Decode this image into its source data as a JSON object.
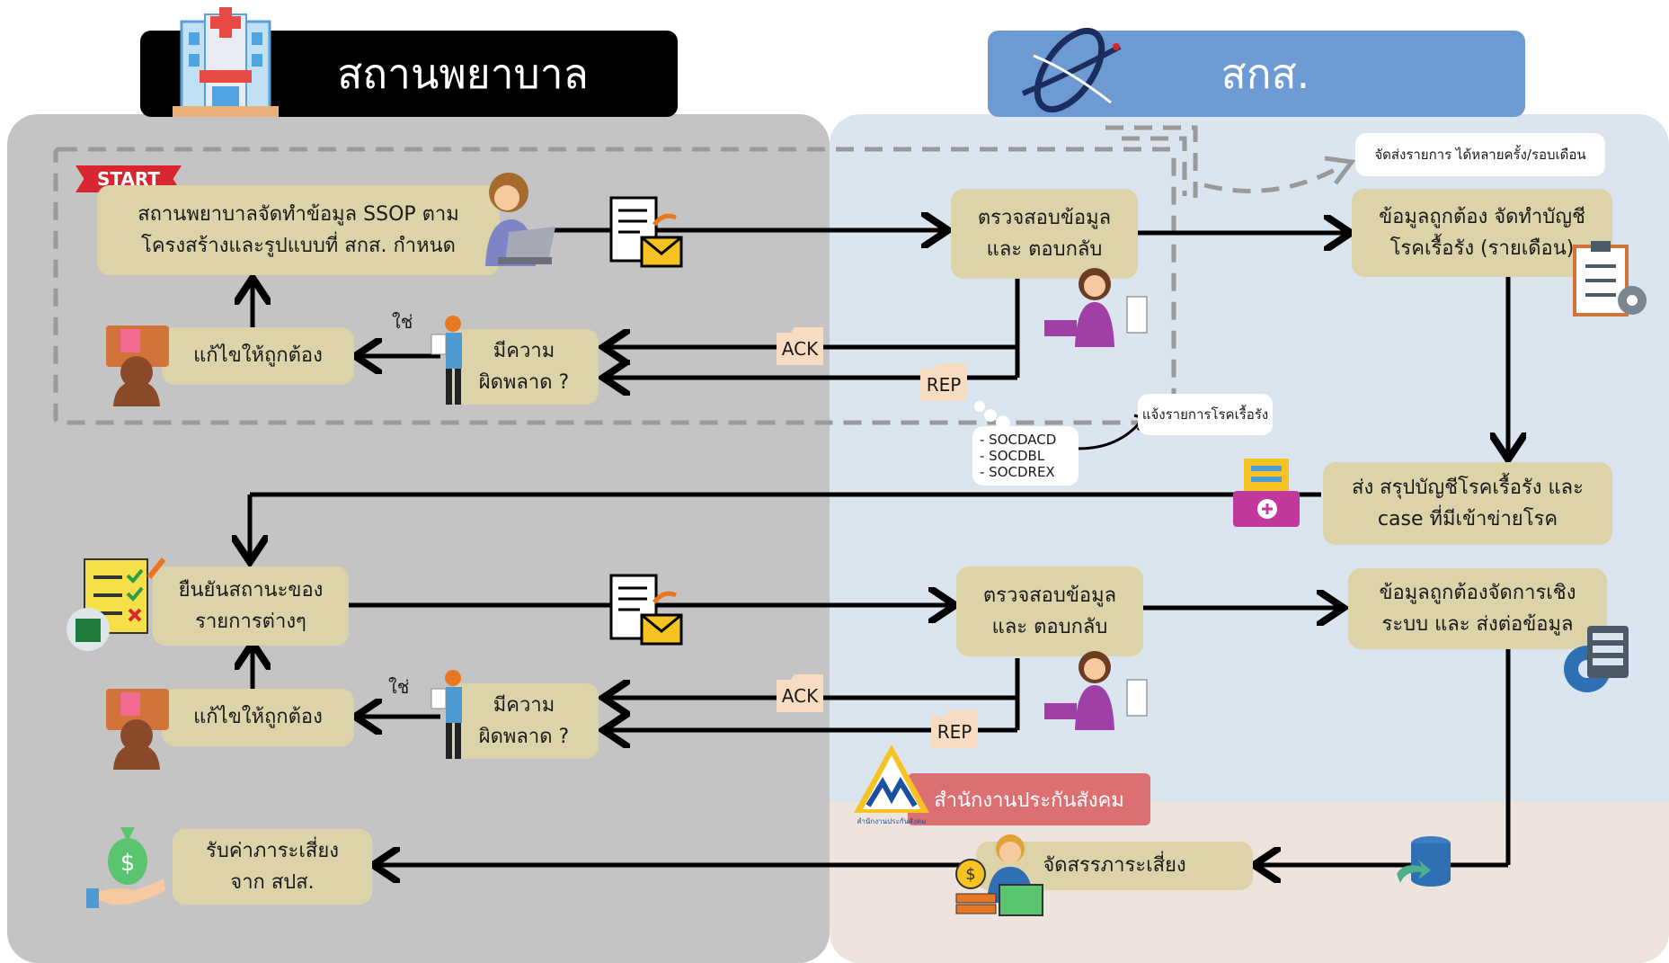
{
  "headers": {
    "hospital": "สถานพยาบาล",
    "nhso": "สกส.",
    "sso": "สำนักงานประกันสังคม",
    "sso_logo_caption": "สำนักงานประกันสังคม"
  },
  "start_badge": "START",
  "boxes": {
    "prepare": "สถานพยาบาลจัดทำข้อมูล SSOP ตาม\nโครงสร้างและรูปแบบที่ สกส. กำหนด",
    "fix_top": "แก้ไขให้ถูกต้อง",
    "error_top": "มีความ\nผิดพลาด ?",
    "check_top": "ตรวจสอบข้อมูล\nและ ตอบกลับ",
    "correct_top": "ข้อมูลถูกต้อง จัดทำบัญชี\nโรคเรื้อรัง (รายเดือน)",
    "send_summary": "ส่ง สรุปบัญชีโรคเรื้อรัง และ\ncase ที่มีเข้าข่ายโรค",
    "confirm": "ยืนยันสถานะของ\nรายการต่างๆ",
    "fix_mid": "แก้ไขให้ถูกต้อง",
    "error_mid": "มีความ\nผิดพลาด ?",
    "check_mid": "ตรวจสอบข้อมูล\nและ ตอบกลับ",
    "correct_mid": "ข้อมูลถูกต้องจัดการเชิง\nระบบ และ ส่งต่อข้อมูล",
    "receive": "รับค่าภาระเสี่ยง\nจาก สปส.",
    "allocate": "จัดสรรภาระเสี่ยง"
  },
  "labels": {
    "yes_top": "ใช่",
    "yes_mid": "ใช่",
    "ack_top": "ACK",
    "rep_top": "REP",
    "ack_mid": "ACK",
    "rep_mid": "REP"
  },
  "notes": {
    "send_often": "จัดส่งรายการ ได้หลายครั้ง/รอบเดือน",
    "notify": "แจ้งรายการโรคเรื้อรัง",
    "files": [
      "- SOCDACD",
      "- SOCDBL",
      "- SOCDREX"
    ]
  },
  "colors": {
    "box": "#dcd4a8",
    "left_panel": "#c4c4c4",
    "right_panel": "#dbe5ef",
    "sso_panel": "#eee3dd",
    "hdr_left": "#000000",
    "hdr_right": "#6d9ad3",
    "sso_label": "#dc6f72",
    "start": "#d7262f"
  },
  "icons": [
    "hospital-icon",
    "nhso-logo-icon",
    "woman-laptop-icon",
    "mail-document-icon",
    "reviewer-woman-icon",
    "checklist-gear-icon",
    "worker-reading-icon",
    "desk-person-icon",
    "printer-icon",
    "excel-checklist-icon",
    "server-gear-icon",
    "sso-logo-icon",
    "database-icon",
    "money-worker-icon",
    "money-bag-hand-icon",
    "folder-icon"
  ]
}
